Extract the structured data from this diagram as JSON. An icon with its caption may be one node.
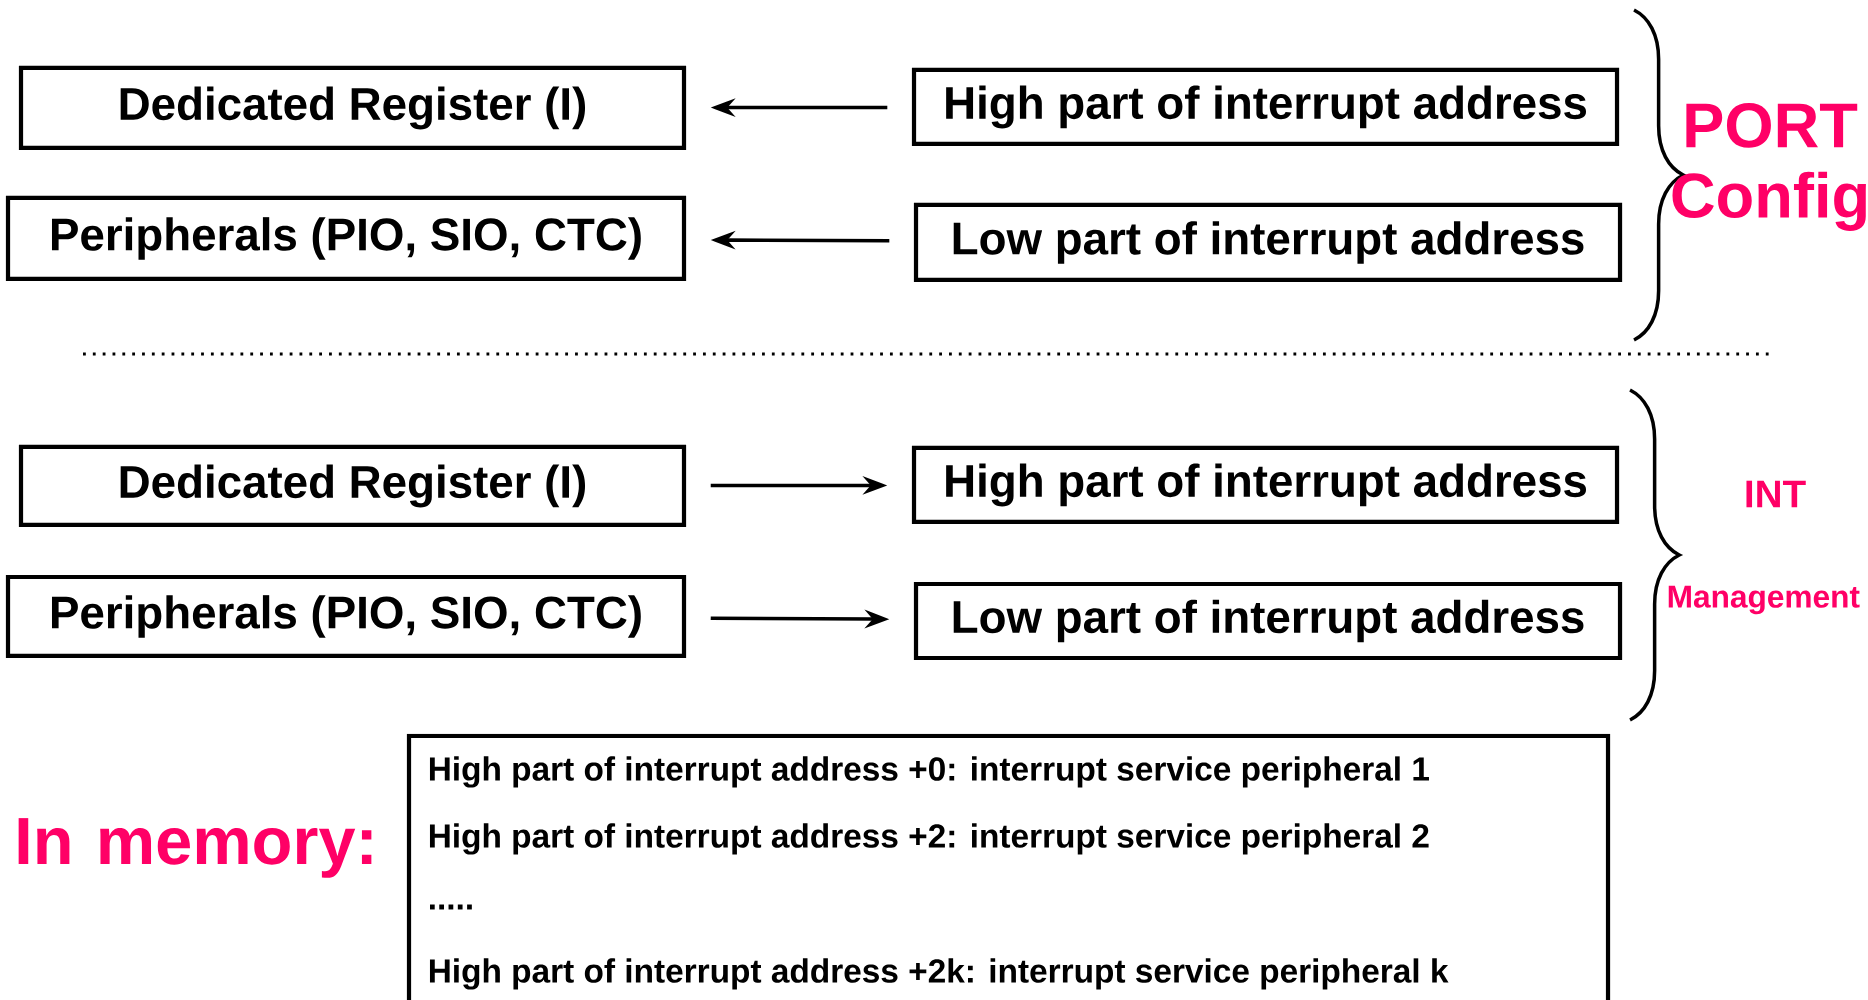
{
  "diagram": {
    "nodes": [
      {
        "text": [
          "Dedicated Register (I)"
        ]
      },
      {
        "text": [
          "High part of interrupt address"
        ]
      },
      {
        "text": [
          "Peripherals (PIO, SIO, CTC)"
        ]
      },
      {
        "text": [
          "Low part of interrupt address"
        ]
      },
      {
        "text": [
          "Dedicated Register (I)"
        ]
      },
      {
        "text": [
          "High part of interrupt address"
        ]
      },
      {
        "text": [
          "Peripherals (PIO, SIO, CTC)"
        ]
      },
      {
        "text": [
          "Low part of interrupt address"
        ]
      },
      {
        "text": [
          "High part of interrupt address +0: interrupt service peripheral 1",
          "High part of interrupt address +2: interrupt service peripheral 2",
          ".....",
          "High part of interrupt address +2k: interrupt service peripheral k"
        ]
      }
    ],
    "edges": [
      {
        "from": 1,
        "to": 0,
        "arrow": "to"
      },
      {
        "from": 3,
        "to": 2,
        "arrow": "to"
      },
      {
        "from": 4,
        "to": 5,
        "arrow": "to"
      },
      {
        "from": 6,
        "to": 7,
        "arrow": "to"
      }
    ],
    "labels": [
      "PORT Config",
      "INT",
      "Management",
      "In memory:"
    ]
  }
}
